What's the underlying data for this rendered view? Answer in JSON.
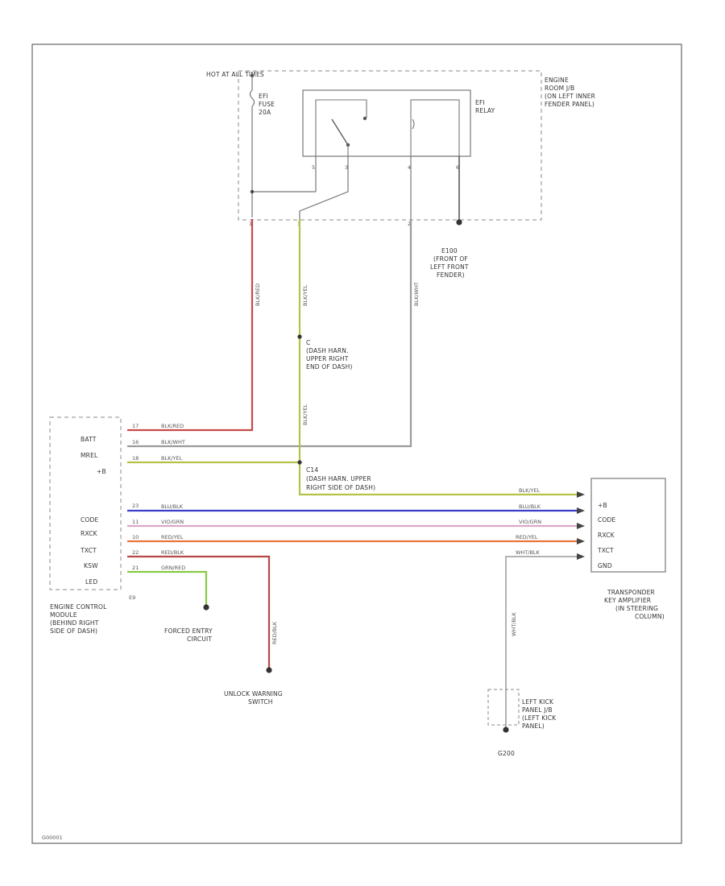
{
  "power": {
    "hot": "HOT AT ALL TIMES"
  },
  "efi_fuse": {
    "line1": "EFI",
    "line2": "FUSE",
    "line3": "20A"
  },
  "efi_relay": {
    "line1": "EFI",
    "line2": "RELAY"
  },
  "engine_room_jb": {
    "line1": "ENGINE",
    "line2": "ROOM J/B",
    "line3": "(ON LEFT INNER",
    "line4": "FENDER PANEL)"
  },
  "ground_e100": {
    "line1": "E100",
    "line2": "(FRONT OF",
    "line3": "LEFT FRONT",
    "line4": "FENDER)"
  },
  "splice_c": {
    "id": "C",
    "line1": "(DASH HARN.",
    "line2": "UPPER RIGHT",
    "line3": "END OF DASH)"
  },
  "splice_c14": {
    "id": "C14",
    "line1": "(DASH HARN. UPPER",
    "line2": "RIGHT SIDE OF DASH)"
  },
  "ecm": {
    "pins": [
      "BATT",
      "MREL",
      "+B",
      "CODE",
      "RXCK",
      "TXCT",
      "KSW",
      "LED"
    ],
    "connector": "E9",
    "name": {
      "line1": "ENGINE CONTROL",
      "line2": "MODULE",
      "line3": "(BEHIND RIGHT",
      "line4": "SIDE OF DASH)"
    }
  },
  "transponder": {
    "pins": [
      "+B",
      "CODE",
      "RXCK",
      "TXCT",
      "GND"
    ],
    "name": {
      "line1": "TRANSPONDER",
      "line2": "KEY AMPLIFIER",
      "line3": "(IN STEERING",
      "line4": "COLUMN)"
    }
  },
  "wires": {
    "batt": "BLK/RED",
    "mrel": "BLK/WHT",
    "b": "BLK/YEL",
    "code": "BLU/BLK",
    "rxck": "VIO/GRN",
    "txct": "RED/YEL",
    "ksw": "RED/BLK",
    "led": "GRN/RED",
    "gnd": "WHT/BLK"
  },
  "ground_j": {
    "line1": "LEFT KICK",
    "line2": "PANEL J/B",
    "line3": "(LEFT KICK",
    "line4": "PANEL)",
    "id": "G200"
  },
  "forced_entry": {
    "line1": "FORCED ENTRY",
    "line2": "CIRCUIT"
  },
  "unlock_switch": {
    "line1": "UNLOCK WARNING",
    "line2": "SWITCH"
  },
  "figure_id": "G00001"
}
